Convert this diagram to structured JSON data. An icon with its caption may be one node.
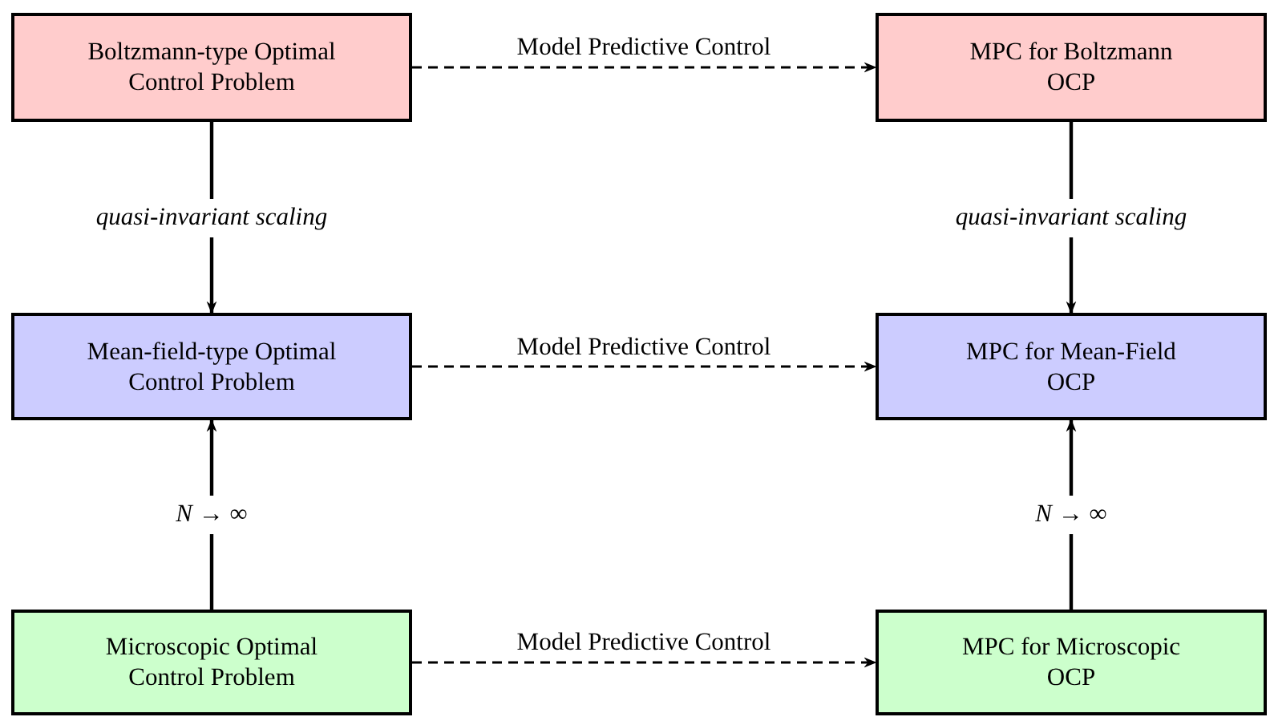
{
  "diagram": {
    "nodes": [
      {
        "text": [
          "Boltzmann-type Optimal Control Problem"
        ]
      },
      {
        "text": [
          "MPC for Boltzmann OCP"
        ]
      },
      {
        "text": [
          "Mean-field-type Optimal Control Problem"
        ]
      },
      {
        "text": [
          "MPC for Mean-Field OCP"
        ]
      },
      {
        "text": [
          "Microscopic Optimal Control Problem"
        ]
      },
      {
        "text": [
          "MPC for Microscopic OCP"
        ]
      }
    ],
    "edges": [
      {
        "from": 0,
        "to": 1,
        "arrow": "to",
        "label": "Model Predictive Control",
        "style": "dashed"
      },
      {
        "from": 0,
        "to": 2,
        "arrow": "to",
        "label": "*quasi-invariant scaling*"
      },
      {
        "from": 1,
        "to": 3,
        "arrow": "to",
        "label": "*quasi-invariant scaling*"
      },
      {
        "from": 2,
        "to": 3,
        "arrow": "to",
        "label": "Model Predictive Control",
        "style": "dashed"
      },
      {
        "from": 4,
        "to": 2,
        "arrow": "to",
        "label": "*N* → ∞"
      },
      {
        "from": 5,
        "to": 3,
        "arrow": "to",
        "label": "*N* → ∞"
      },
      {
        "from": 4,
        "to": 5,
        "arrow": "to",
        "label": "Model Predictive Control",
        "style": "dashed"
      }
    ]
  }
}
